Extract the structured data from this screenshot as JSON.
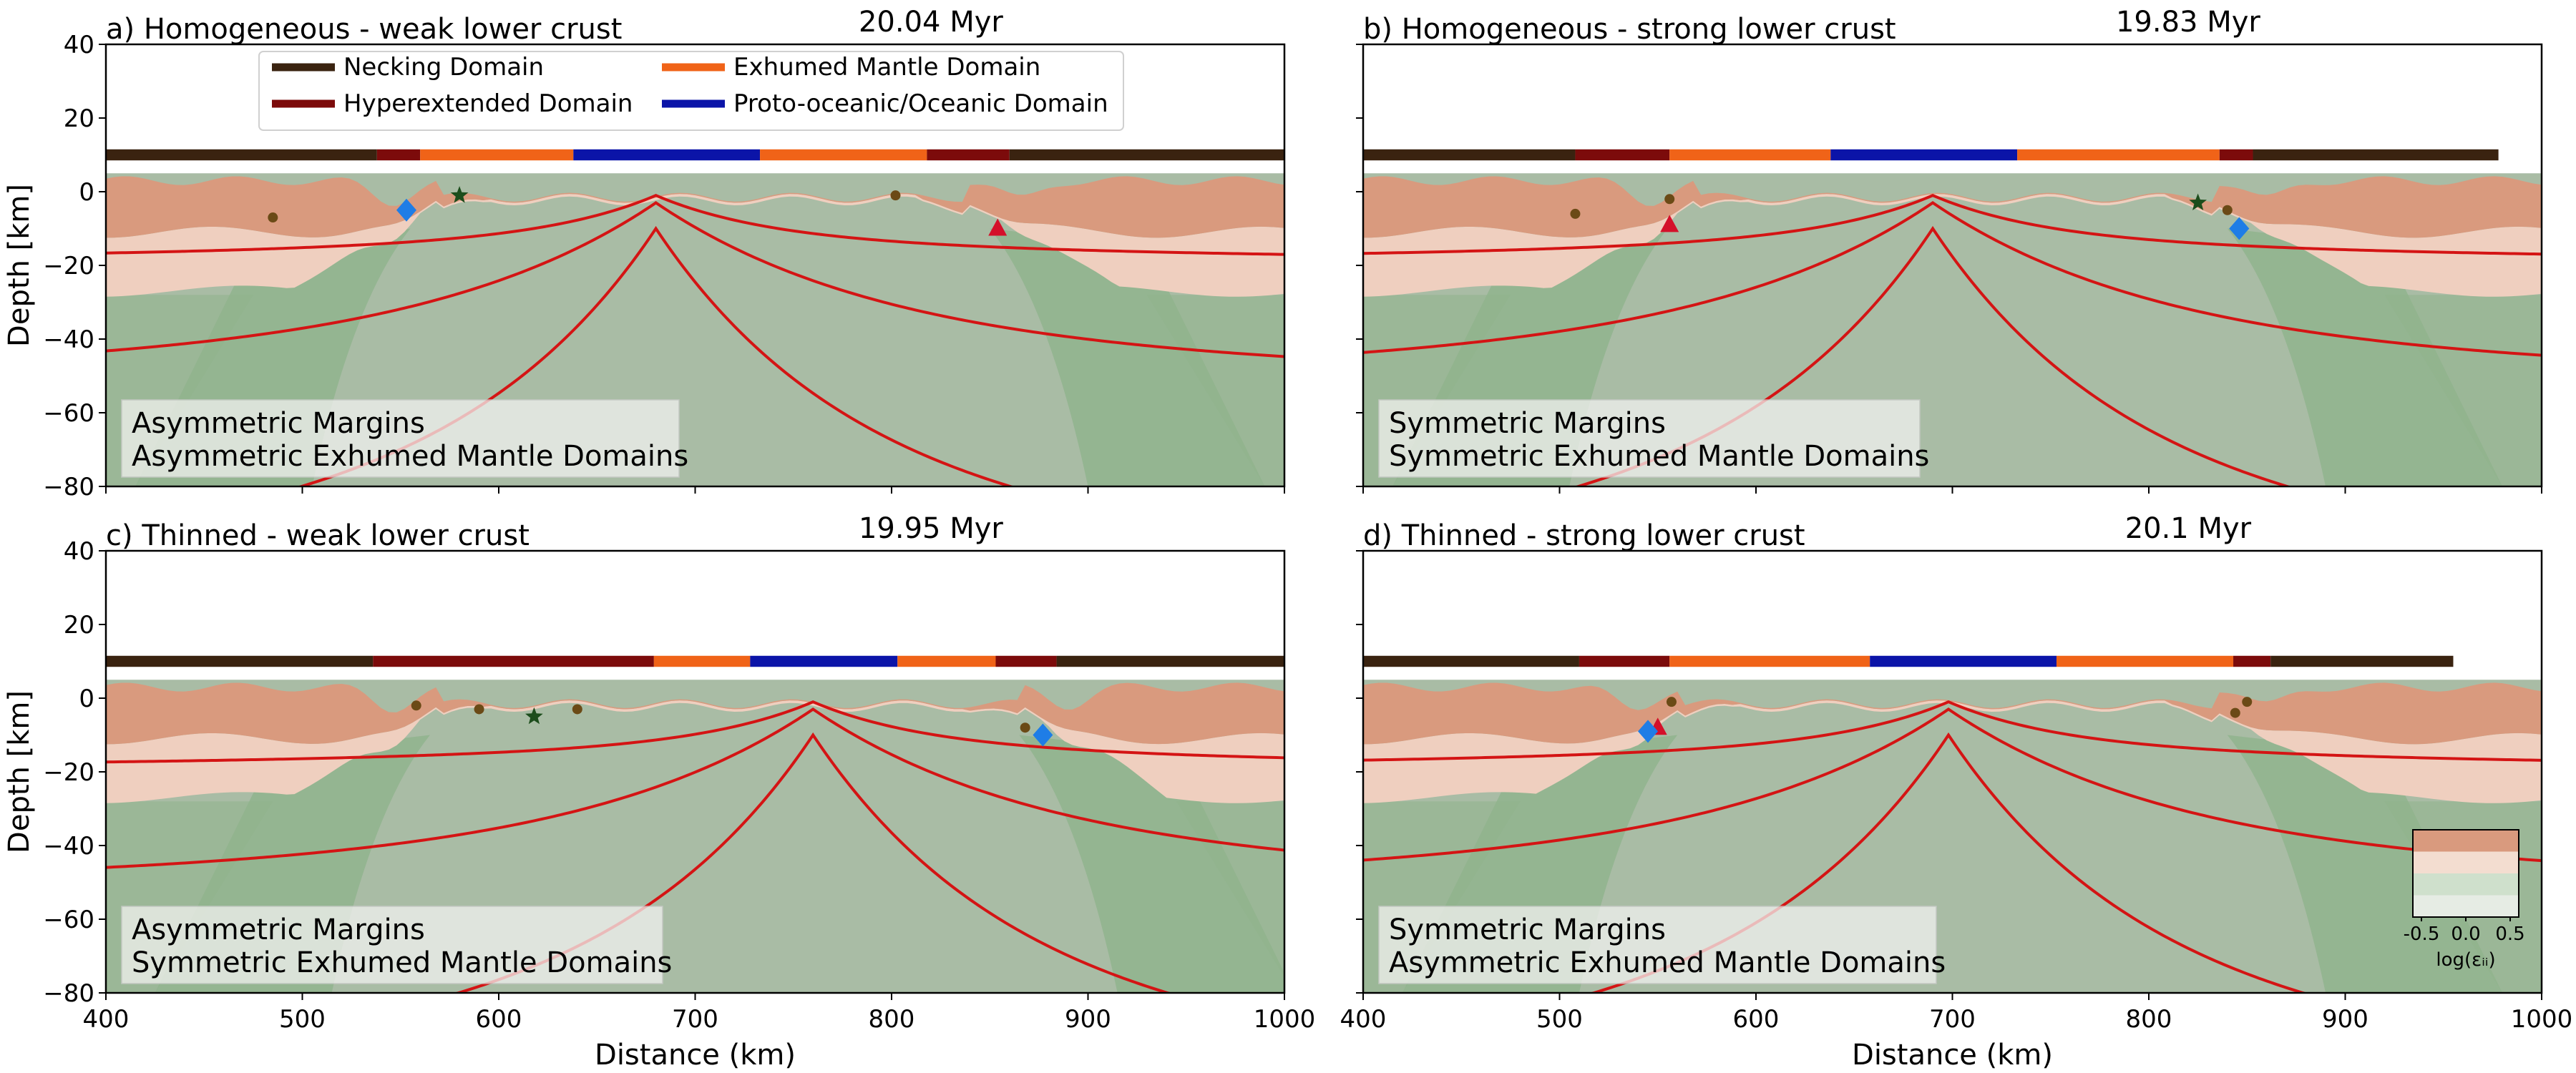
{
  "chart_data": [
    {
      "type": "line",
      "panel": "a",
      "title": "a) Homogeneous - weak lower crust",
      "time_label": "20.04 Myr",
      "xlabel": "",
      "ylabel": "Depth [km]",
      "xlim": [
        400,
        1000
      ],
      "ylim": [
        -80,
        40
      ],
      "xticks": [],
      "yticks": [
        "40",
        "20",
        "0",
        "−20",
        "−40",
        "−60",
        "−80"
      ],
      "annotation": [
        "Asymmetric Margins",
        "Asymmetric Exhumed Mantle Domains"
      ],
      "domain_bar": [
        {
          "domain": "Necking Domain",
          "from": 400,
          "to": 538
        },
        {
          "domain": "Hyperextended Domain",
          "from": 538,
          "to": 560
        },
        {
          "domain": "Exhumed Mantle Domain",
          "from": 560,
          "to": 638
        },
        {
          "domain": "Proto-oceanic/Oceanic Domain",
          "from": 638,
          "to": 733
        },
        {
          "domain": "Exhumed Mantle Domain",
          "from": 733,
          "to": 818
        },
        {
          "domain": "Hyperextended Domain",
          "from": 818,
          "to": 860
        },
        {
          "domain": "Necking Domain",
          "from": 860,
          "to": 1000
        }
      ],
      "ridge_x": 680,
      "left_margin_x": 555,
      "right_margin_x": 855,
      "left_breakup_x": 535,
      "right_breakup_x": 870,
      "markers": {
        "diamond": {
          "x": 553,
          "y": -5
        },
        "triangle": {
          "x": 854,
          "y": -10
        },
        "star": {
          "x": 580,
          "y": -1
        },
        "dots": [
          [
            485,
            -7
          ],
          [
            802,
            -1
          ]
        ]
      }
    },
    {
      "type": "line",
      "panel": "b",
      "title": "b) Homogeneous - strong lower crust",
      "time_label": "19.83 Myr",
      "xlabel": "",
      "ylabel": "",
      "xlim": [
        400,
        1000
      ],
      "ylim": [
        -80,
        40
      ],
      "xticks": [],
      "yticks": [],
      "annotation": [
        "Symmetric Margins",
        "Symmetric Exhumed Mantle Domains"
      ],
      "domain_bar": [
        {
          "domain": "Necking Domain",
          "from": 400,
          "to": 508
        },
        {
          "domain": "Hyperextended Domain",
          "from": 508,
          "to": 556
        },
        {
          "domain": "Exhumed Mantle Domain",
          "from": 556,
          "to": 638
        },
        {
          "domain": "Proto-oceanic/Oceanic Domain",
          "from": 638,
          "to": 733
        },
        {
          "domain": "Exhumed Mantle Domain",
          "from": 733,
          "to": 836
        },
        {
          "domain": "Hyperextended Domain",
          "from": 836,
          "to": 853
        },
        {
          "domain": "Necking Domain",
          "from": 853,
          "to": 978
        }
      ],
      "ridge_x": 690,
      "left_margin_x": 555,
      "right_margin_x": 850,
      "left_breakup_x": 535,
      "right_breakup_x": 860,
      "markers": {
        "diamond": {
          "x": 846,
          "y": -10
        },
        "triangle": {
          "x": 556,
          "y": -9
        },
        "star": {
          "x": 825,
          "y": -3
        },
        "dots": [
          [
            508,
            -6
          ],
          [
            556,
            -2
          ],
          [
            840,
            -5
          ]
        ]
      }
    },
    {
      "type": "line",
      "panel": "c",
      "title": "c) Thinned - weak lower crust",
      "time_label": "19.95 Myr",
      "xlabel": "Distance (km)",
      "ylabel": "Depth [km]",
      "xlim": [
        400,
        1000
      ],
      "ylim": [
        -80,
        40
      ],
      "xticks": [
        "400",
        "500",
        "600",
        "700",
        "800",
        "900",
        "1000"
      ],
      "yticks": [
        "40",
        "20",
        "0",
        "−20",
        "−40",
        "−60",
        "−80"
      ],
      "annotation": [
        "Asymmetric Margins",
        "Symmetric Exhumed Mantle Domains"
      ],
      "domain_bar": [
        {
          "domain": "Necking Domain",
          "from": 400,
          "to": 536
        },
        {
          "domain": "Hyperextended Domain",
          "from": 536,
          "to": 679
        },
        {
          "domain": "Exhumed Mantle Domain",
          "from": 679,
          "to": 728
        },
        {
          "domain": "Proto-oceanic/Oceanic Domain",
          "from": 728,
          "to": 803
        },
        {
          "domain": "Exhumed Mantle Domain",
          "from": 803,
          "to": 853
        },
        {
          "domain": "Hyperextended Domain",
          "from": 853,
          "to": 884
        },
        {
          "domain": "Necking Domain",
          "from": 884,
          "to": 1000
        }
      ],
      "ridge_x": 760,
      "left_margin_x": 555,
      "right_margin_x": 880,
      "left_breakup_x": 545,
      "right_breakup_x": 885,
      "markers": {
        "diamond": {
          "x": 877,
          "y": -10
        },
        "triangle": null,
        "star": {
          "x": 618,
          "y": -5
        },
        "dots": [
          [
            558,
            -2
          ],
          [
            590,
            -3
          ],
          [
            640,
            -3
          ],
          [
            868,
            -8
          ]
        ]
      }
    },
    {
      "type": "line",
      "panel": "d",
      "title": "d) Thinned - strong lower crust",
      "time_label": "20.1 Myr",
      "xlabel": "Distance (km)",
      "ylabel": "",
      "xlim": [
        400,
        1000
      ],
      "ylim": [
        -80,
        40
      ],
      "xticks": [
        "400",
        "500",
        "600",
        "700",
        "800",
        "900",
        "1000"
      ],
      "yticks": [],
      "annotation": [
        "Symmetric Margins",
        "Asymmetric Exhumed Mantle Domains"
      ],
      "domain_bar": [
        {
          "domain": "Necking Domain",
          "from": 400,
          "to": 510
        },
        {
          "domain": "Hyperextended Domain",
          "from": 510,
          "to": 556
        },
        {
          "domain": "Exhumed Mantle Domain",
          "from": 556,
          "to": 658
        },
        {
          "domain": "Proto-oceanic/Oceanic Domain",
          "from": 658,
          "to": 753
        },
        {
          "domain": "Exhumed Mantle Domain",
          "from": 753,
          "to": 843
        },
        {
          "domain": "Hyperextended Domain",
          "from": 843,
          "to": 862
        },
        {
          "domain": "Necking Domain",
          "from": 862,
          "to": 955
        }
      ],
      "ridge_x": 698,
      "left_margin_x": 548,
      "right_margin_x": 850,
      "left_breakup_x": 540,
      "right_breakup_x": 860,
      "markers": {
        "diamond": {
          "x": 545,
          "y": -9
        },
        "triangle": {
          "x": 550,
          "y": -8
        },
        "star": null,
        "dots": [
          [
            557,
            -1
          ],
          [
            844,
            -4
          ],
          [
            850,
            -1
          ]
        ]
      }
    }
  ],
  "legend": [
    {
      "label": "Necking Domain",
      "color": "#3a2310"
    },
    {
      "label": "Exhumed Mantle Domain",
      "color": "#f06318"
    },
    {
      "label": "Hyperextended Domain",
      "color": "#7c0b0b"
    },
    {
      "label": "Proto-oceanic/Oceanic Domain",
      "color": "#0b14a8"
    }
  ],
  "colorbar": {
    "label": "log(εᵢᵢ)",
    "ticks": [
      "-0.5",
      "0.0",
      "0.5"
    ],
    "range": [
      -0.5,
      0.5
    ]
  },
  "colors": {
    "upper_crust": "#d99a7e",
    "lower_crust": "#efcfbf",
    "mantle": "#a9bca5",
    "mantle_deformed": "#8fb38c",
    "isotherm": "#d41414",
    "diamond": "#1f7de6",
    "triangle": "#d4102a",
    "star": "#1c4d1c",
    "dot": "#6b4a16"
  }
}
